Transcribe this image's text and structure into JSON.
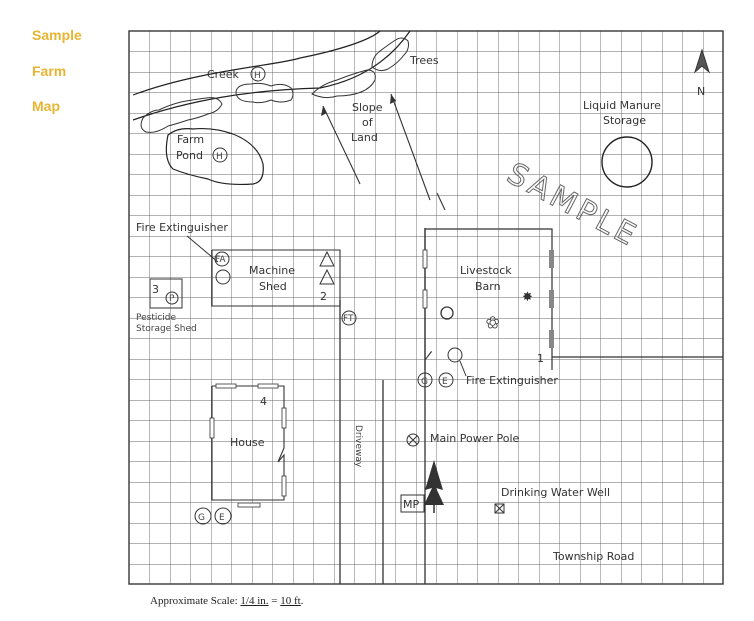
{
  "title": {
    "lines": [
      "Sample",
      "Farm",
      "Map"
    ],
    "color": "#e8b532"
  },
  "map": {
    "watermark": "SAMPLE",
    "north_label": "N",
    "labels": {
      "creek": "Creek",
      "trees": "Trees",
      "slope_line1": "Slope",
      "slope_line2": "of",
      "slope_line3": "Land",
      "farm_pond_line1": "Farm",
      "farm_pond_line2": "Pond",
      "liquid_manure_line1": "Liquid Manure",
      "liquid_manure_line2": "Storage",
      "fire_extinguisher_shed": "Fire Extinguisher",
      "machine_shed_line1": "Machine",
      "machine_shed_line2": "Shed",
      "pesticide_line1": "Pesticide",
      "pesticide_line2": "Storage Shed",
      "livestock_barn_line1": "Livestock",
      "livestock_barn_line2": "Barn",
      "fire_extinguisher_barn": "Fire Extinguisher",
      "house": "House",
      "driveway": "Driveway",
      "main_power_pole": "Main Power Pole",
      "drinking_water_well": "Drinking Water Well",
      "township_road": "Township Road",
      "mp": "MP"
    },
    "symbols": {
      "hazard": "H",
      "fire_alarm": "FA",
      "pesticide": "P",
      "fuel_tank": "FT",
      "gas": "G",
      "electric": "E"
    },
    "numbers": {
      "barn": "1",
      "machine_shed": "2",
      "pesticide_shed": "3",
      "house": "4"
    }
  },
  "scale": {
    "prefix": "Approximate Scale:",
    "value_a": "1/4 in.",
    "separator": " = ",
    "value_b": "10 ft",
    "suffix": "."
  }
}
